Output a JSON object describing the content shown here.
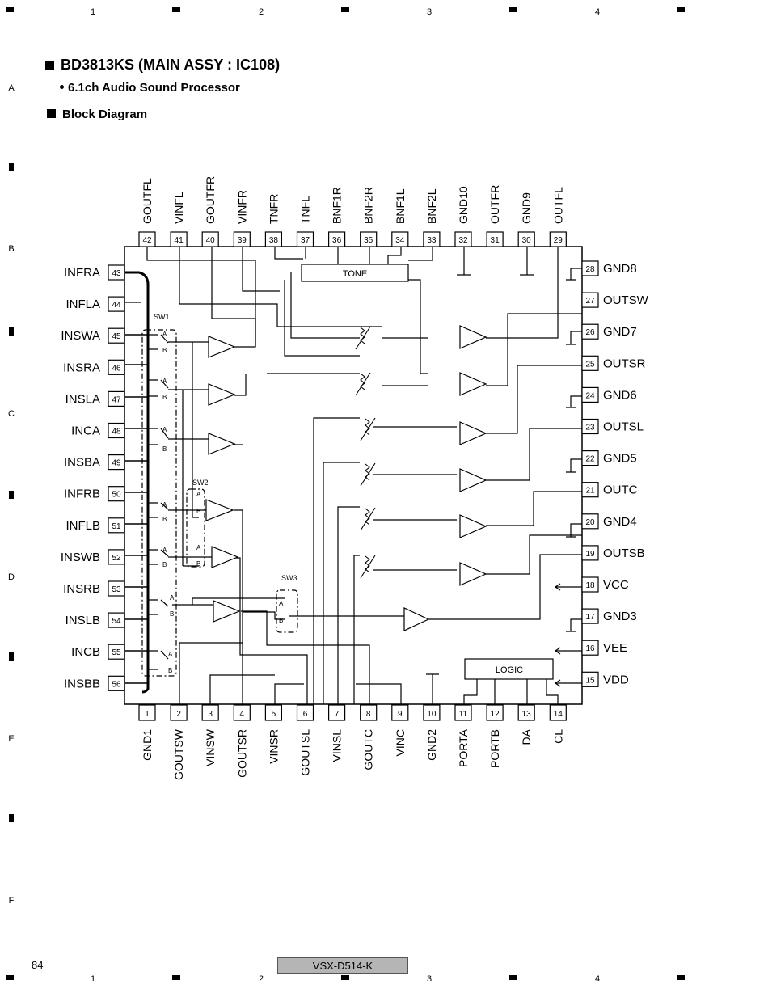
{
  "title": "BD3813KS (MAIN ASSY : IC108)",
  "subtitle": "6.1ch Audio Sound Processor",
  "section": "Block Diagram",
  "page_number": "84",
  "model": "VSX-D514-K",
  "frame": {
    "columns": [
      "1",
      "2",
      "3",
      "4"
    ],
    "rows": [
      "A",
      "B",
      "C",
      "D",
      "E",
      "F"
    ]
  },
  "blocks": {
    "tone": "TONE",
    "logic": "LOGIC",
    "sw1": "SW1",
    "sw2": "SW2",
    "sw3": "SW3",
    "pos_a": "A",
    "pos_b": "B"
  },
  "pins": {
    "top": [
      {
        "num": "42",
        "name": "GOUTFL"
      },
      {
        "num": "41",
        "name": "VINFL"
      },
      {
        "num": "40",
        "name": "GOUTFR"
      },
      {
        "num": "39",
        "name": "VINFR"
      },
      {
        "num": "38",
        "name": "TNFR"
      },
      {
        "num": "37",
        "name": "TNFL"
      },
      {
        "num": "36",
        "name": "BNF1R"
      },
      {
        "num": "35",
        "name": "BNF2R"
      },
      {
        "num": "34",
        "name": "BNF1L"
      },
      {
        "num": "33",
        "name": "BNF2L"
      },
      {
        "num": "32",
        "name": "GND10"
      },
      {
        "num": "31",
        "name": "OUTFR"
      },
      {
        "num": "30",
        "name": "GND9"
      },
      {
        "num": "29",
        "name": "OUTFL"
      }
    ],
    "bottom": [
      {
        "num": "1",
        "name": "GND1"
      },
      {
        "num": "2",
        "name": "GOUTSW"
      },
      {
        "num": "3",
        "name": "VINSW"
      },
      {
        "num": "4",
        "name": "GOUTSR"
      },
      {
        "num": "5",
        "name": "VINSR"
      },
      {
        "num": "6",
        "name": "GOUTSL"
      },
      {
        "num": "7",
        "name": "VINSL"
      },
      {
        "num": "8",
        "name": "GOUTC"
      },
      {
        "num": "9",
        "name": "VINC"
      },
      {
        "num": "10",
        "name": "GND2"
      },
      {
        "num": "11",
        "name": "PORTA"
      },
      {
        "num": "12",
        "name": "PORTB"
      },
      {
        "num": "13",
        "name": "DA"
      },
      {
        "num": "14",
        "name": "CL"
      }
    ],
    "left": [
      {
        "num": "43",
        "name": "INFRA"
      },
      {
        "num": "44",
        "name": "INFLA"
      },
      {
        "num": "45",
        "name": "INSWA"
      },
      {
        "num": "46",
        "name": "INSRA"
      },
      {
        "num": "47",
        "name": "INSLA"
      },
      {
        "num": "48",
        "name": "INCA"
      },
      {
        "num": "49",
        "name": "INSBA"
      },
      {
        "num": "50",
        "name": "INFRB"
      },
      {
        "num": "51",
        "name": "INFLB"
      },
      {
        "num": "52",
        "name": "INSWB"
      },
      {
        "num": "53",
        "name": "INSRB"
      },
      {
        "num": "54",
        "name": "INSLB"
      },
      {
        "num": "55",
        "name": "INCB"
      },
      {
        "num": "56",
        "name": "INSBB"
      }
    ],
    "right": [
      {
        "num": "28",
        "name": "GND8"
      },
      {
        "num": "27",
        "name": "OUTSW"
      },
      {
        "num": "26",
        "name": "GND7"
      },
      {
        "num": "25",
        "name": "OUTSR"
      },
      {
        "num": "24",
        "name": "GND6"
      },
      {
        "num": "23",
        "name": "OUTSL"
      },
      {
        "num": "22",
        "name": "GND5"
      },
      {
        "num": "21",
        "name": "OUTC"
      },
      {
        "num": "20",
        "name": "GND4"
      },
      {
        "num": "19",
        "name": "OUTSB"
      },
      {
        "num": "18",
        "name": "VCC"
      },
      {
        "num": "17",
        "name": "GND3"
      },
      {
        "num": "16",
        "name": "VEE"
      },
      {
        "num": "15",
        "name": "VDD"
      }
    ]
  }
}
